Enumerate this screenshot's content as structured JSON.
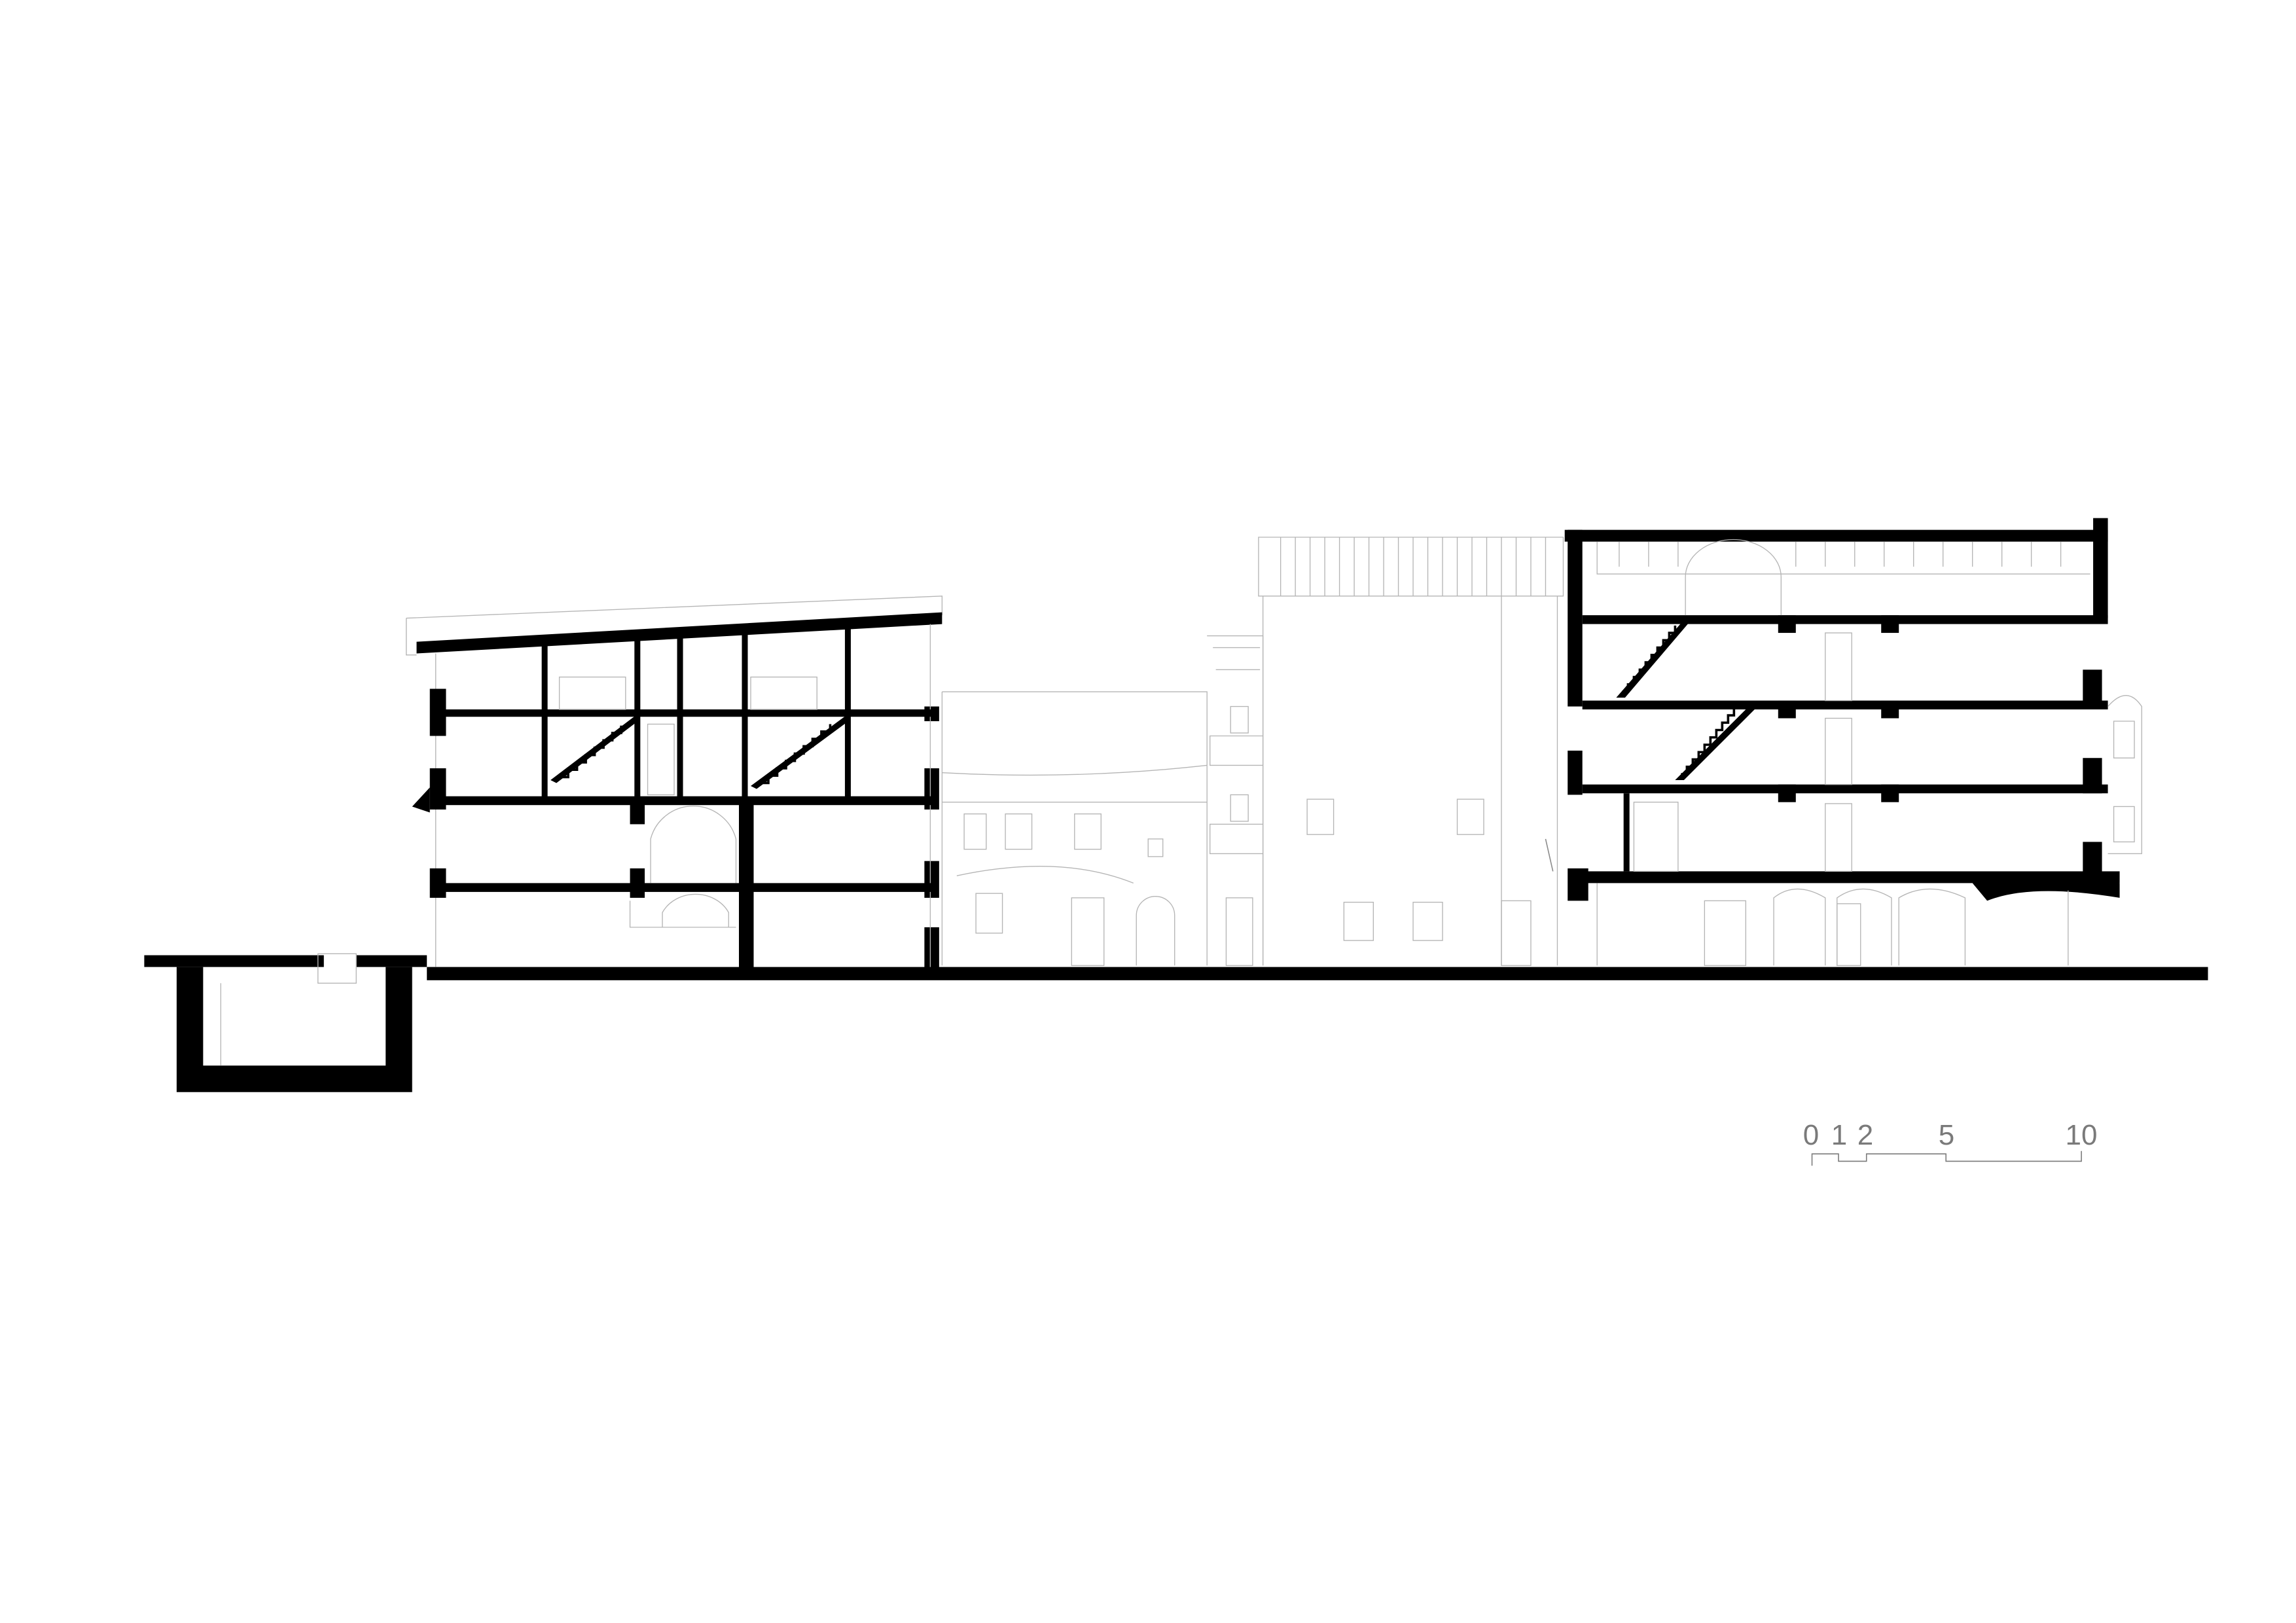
{
  "drawing": {
    "type": "architectural-section",
    "colors": {
      "cut": "#000000",
      "elevation": "#b5b5b5",
      "scale": "#7a7a7a"
    }
  },
  "scale_bar": {
    "labels": [
      "0",
      "1",
      "2",
      "5",
      "10"
    ],
    "values": [
      0,
      1,
      2,
      5,
      10
    ]
  }
}
